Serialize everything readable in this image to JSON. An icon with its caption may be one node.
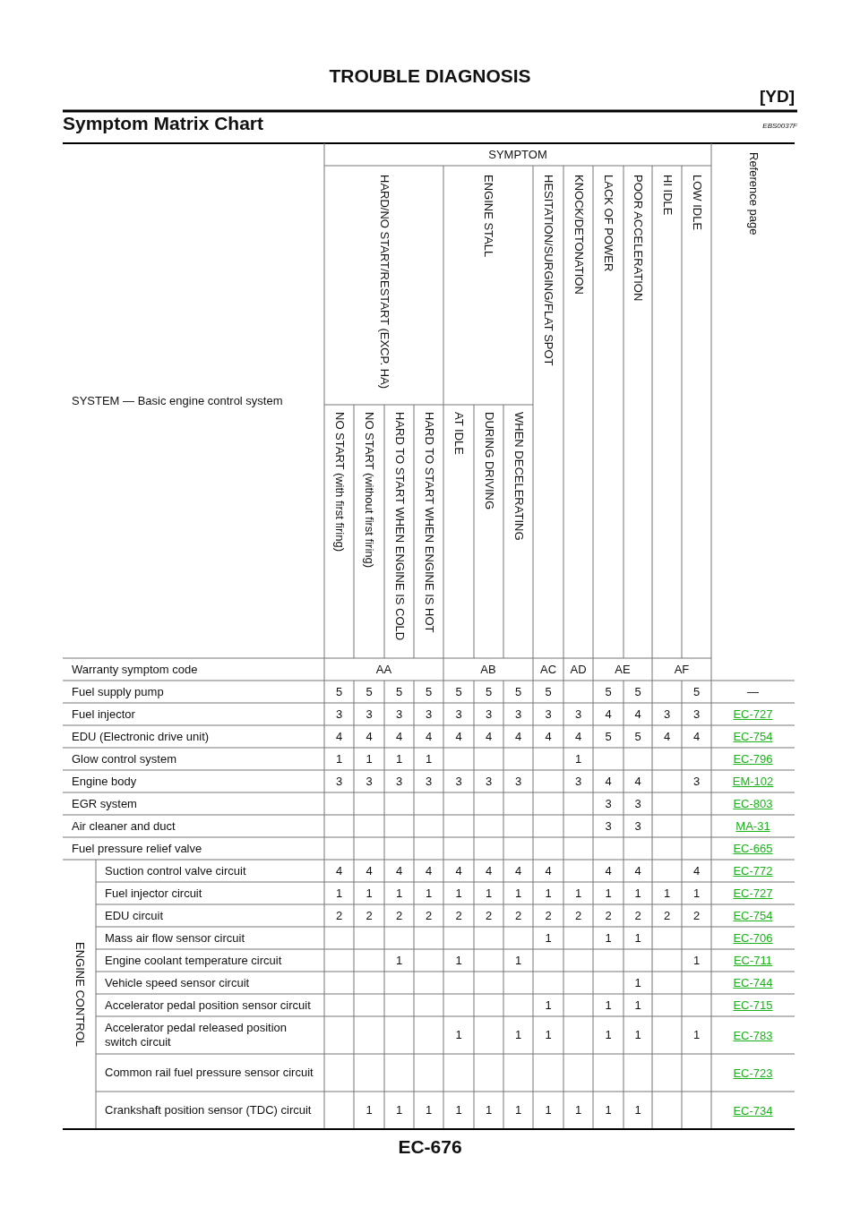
{
  "diagram": {
    "title": "Symptom Matrix Chart",
    "labels": [
      "TROUBLE DIAGNOSIS",
      "[YD]",
      "EBS0037F",
      "SYSTEM — Basic engine control system",
      "SYMPTOM",
      "Reference page",
      "HARD/NO START/RESTART (EXCP. HA)",
      "ENGINE STALL",
      "HESITATION/SURGING/FLAT SPOT",
      "KNOCK/DETONATION",
      "LACK OF POWER",
      "POOR ACCELERATION",
      "HI IDLE",
      "LOW IDLE",
      "NO START (with first firing)",
      "NO START (without first firing)",
      "HARD TO START WHEN ENGINE IS COLD",
      "HARD TO START WHEN ENGINE IS HOT",
      "AT IDLE",
      "DURING DRIVING",
      "WHEN DECELERATING",
      "Warranty symptom code",
      "AA",
      "AB",
      "AC",
      "AD",
      "AE",
      "AF",
      "Fuel supply pump",
      "5",
      "5",
      "5",
      "5",
      "5",
      "5",
      "5",
      "5",
      "5",
      "5",
      "5",
      "—",
      "Fuel injector",
      "3",
      "3",
      "3",
      "3",
      "3",
      "3",
      "3",
      "3",
      "3",
      "4",
      "4",
      "3",
      "3",
      "EC-727",
      "EDU (Electronic drive unit)",
      "4",
      "4",
      "4",
      "4",
      "4",
      "4",
      "4",
      "4",
      "4",
      "5",
      "5",
      "4",
      "4",
      "EC-754",
      "Glow control system",
      "1",
      "1",
      "1",
      "1",
      "1",
      "EC-796",
      "Engine body",
      "3",
      "3",
      "3",
      "3",
      "3",
      "3",
      "3",
      "3",
      "4",
      "4",
      "3",
      "EM-102",
      "EGR system",
      "3",
      "3",
      "EC-803",
      "Air cleaner and duct",
      "3",
      "3",
      "MA-31",
      "Fuel pressure relief valve",
      "EC-665",
      "ENGINE CONTROL",
      "Suction control valve circuit",
      "4",
      "4",
      "4",
      "4",
      "4",
      "4",
      "4",
      "4",
      "4",
      "4",
      "4",
      "EC-772",
      "Fuel injector circuit",
      "1",
      "1",
      "1",
      "1",
      "1",
      "1",
      "1",
      "1",
      "1",
      "1",
      "1",
      "1",
      "1",
      "EC-727",
      "EDU circuit",
      "2",
      "2",
      "2",
      "2",
      "2",
      "2",
      "2",
      "2",
      "2",
      "2",
      "2",
      "2",
      "2",
      "EC-754",
      "Mass air flow sensor circuit",
      "1",
      "1",
      "1",
      "EC-706",
      "Engine coolant temperature circuit",
      "1",
      "1",
      "1",
      "1",
      "EC-711",
      "Vehicle speed sensor circuit",
      "1",
      "EC-744",
      "Accelerator pedal position sensor circuit",
      "1",
      "1",
      "1",
      "EC-715",
      "Accelerator pedal released position switch circuit",
      "1",
      "1",
      "1",
      "1",
      "1",
      "1",
      "EC-783",
      "Common rail fuel pressure sensor circuit",
      "EC-723",
      "Crankshaft position sensor (TDC) circuit",
      "1",
      "1",
      "1",
      "1",
      "1",
      "1",
      "1",
      "1",
      "1",
      "1",
      "EC-734",
      "EC-676"
    ]
  }
}
